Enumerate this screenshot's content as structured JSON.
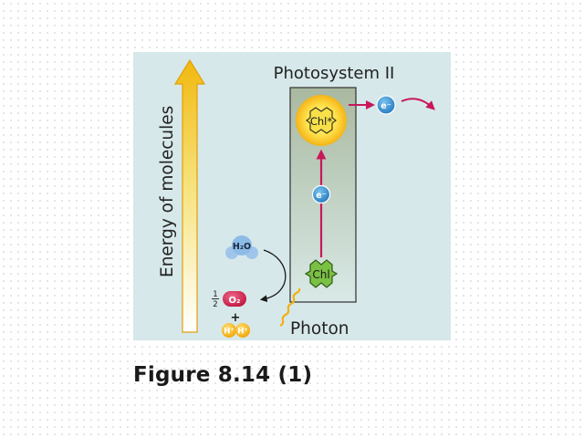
{
  "diagram": {
    "axis_label": "Energy of molecules",
    "photosystem_title": "Photosystem II",
    "chl_excited": "Chl*",
    "chl_ground": "Chl",
    "electron": "e⁻",
    "water": "H₂O",
    "half_numerator": "1",
    "half_denominator": "2",
    "oxygen": "O₂",
    "plus": "+",
    "proton": "H⁺",
    "photon": "Photon",
    "colors": {
      "panel": "#d7e8ea",
      "arrow_yellow": "#f2c21b",
      "electron_blue": "#2b87c8",
      "oxygen_red": "#cf1f4f",
      "chl_green": "#7ac043",
      "magenta_arrow": "#c8185a"
    }
  },
  "caption": "Figure 8.14 (1)"
}
